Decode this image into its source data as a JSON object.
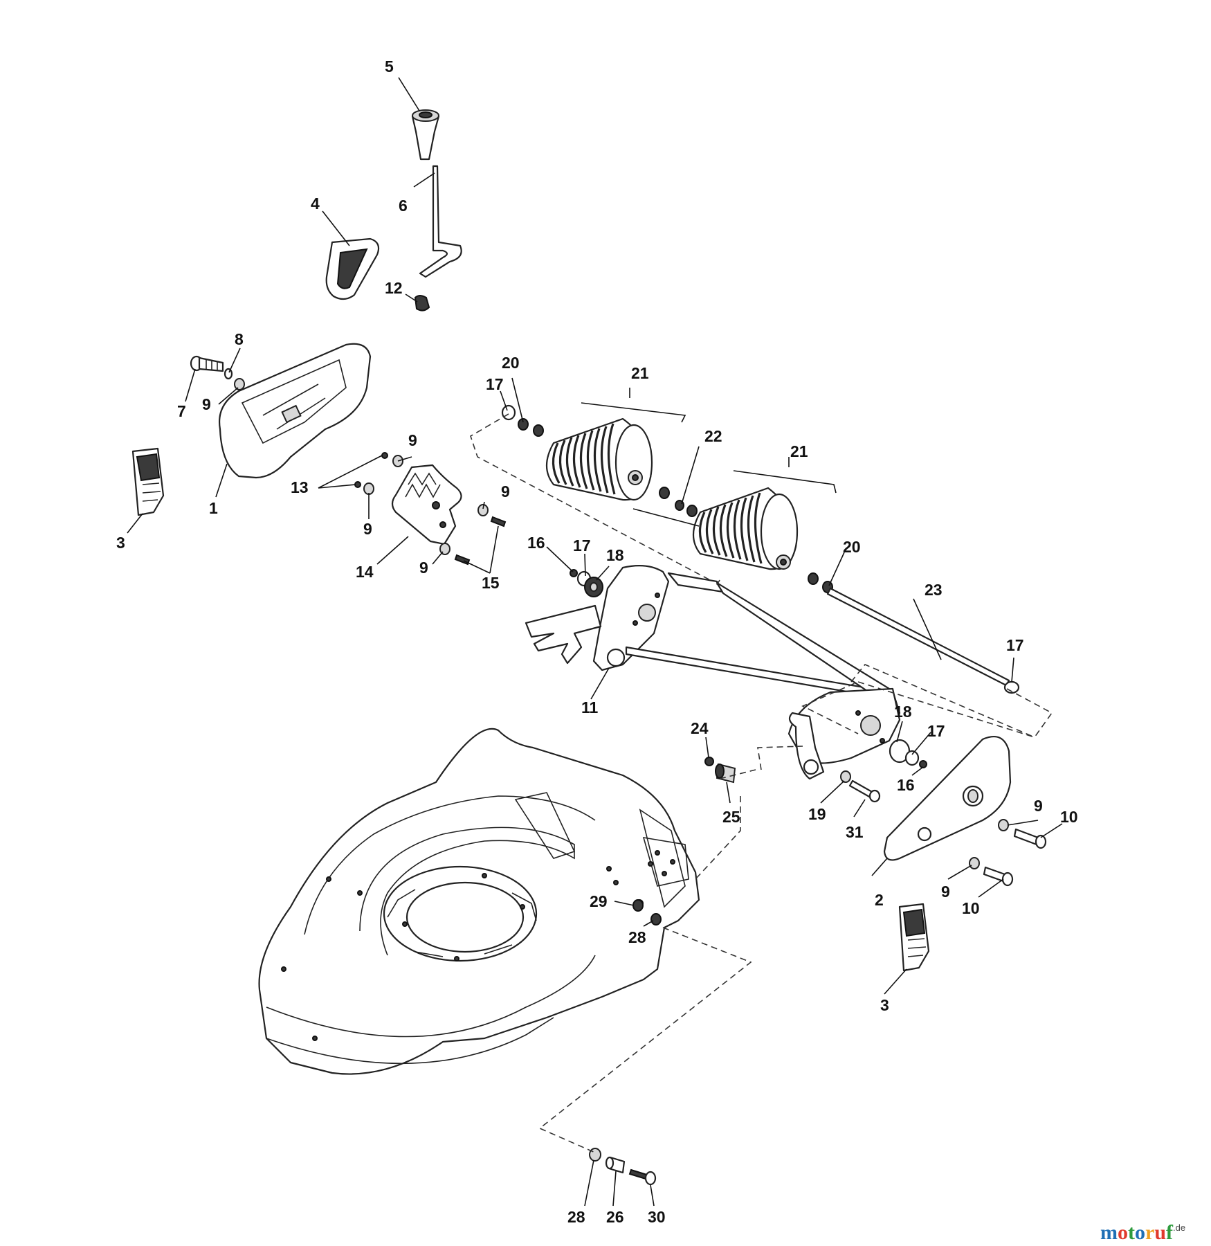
{
  "callouts": {
    "c1": "1",
    "c2": "2",
    "c3a": "3",
    "c3b": "3",
    "c4": "4",
    "c5": "5",
    "c6": "6",
    "c7": "7",
    "c8": "8",
    "c9a": "9",
    "c9b": "9",
    "c9c": "9",
    "c9d": "9",
    "c9e": "9",
    "c9f": "9",
    "c9g": "9",
    "c10a": "10",
    "c10b": "10",
    "c11": "11",
    "c12": "12",
    "c13": "13",
    "c14": "14",
    "c15": "15",
    "c16a": "16",
    "c16b": "16",
    "c17a": "17",
    "c17b": "17",
    "c17c": "17",
    "c17d": "17",
    "c18a": "18",
    "c18b": "18",
    "c19": "19",
    "c20a": "20",
    "c20b": "20",
    "c21a": "21",
    "c21b": "21",
    "c22": "22",
    "c23": "23",
    "c24": "24",
    "c25": "25",
    "c26": "26",
    "c28a": "28",
    "c28b": "28",
    "c29": "29",
    "c30": "30",
    "c31": "31"
  },
  "watermark": {
    "letters": [
      "m",
      "o",
      "t",
      "o",
      "r",
      "u",
      "f"
    ],
    "colors": [
      "#1f6fb5",
      "#e03a2c",
      "#2e9b3e",
      "#1f6fb5",
      "#f0a020",
      "#e03a2c",
      "#2e9b3e"
    ],
    "suffix": ".de"
  }
}
